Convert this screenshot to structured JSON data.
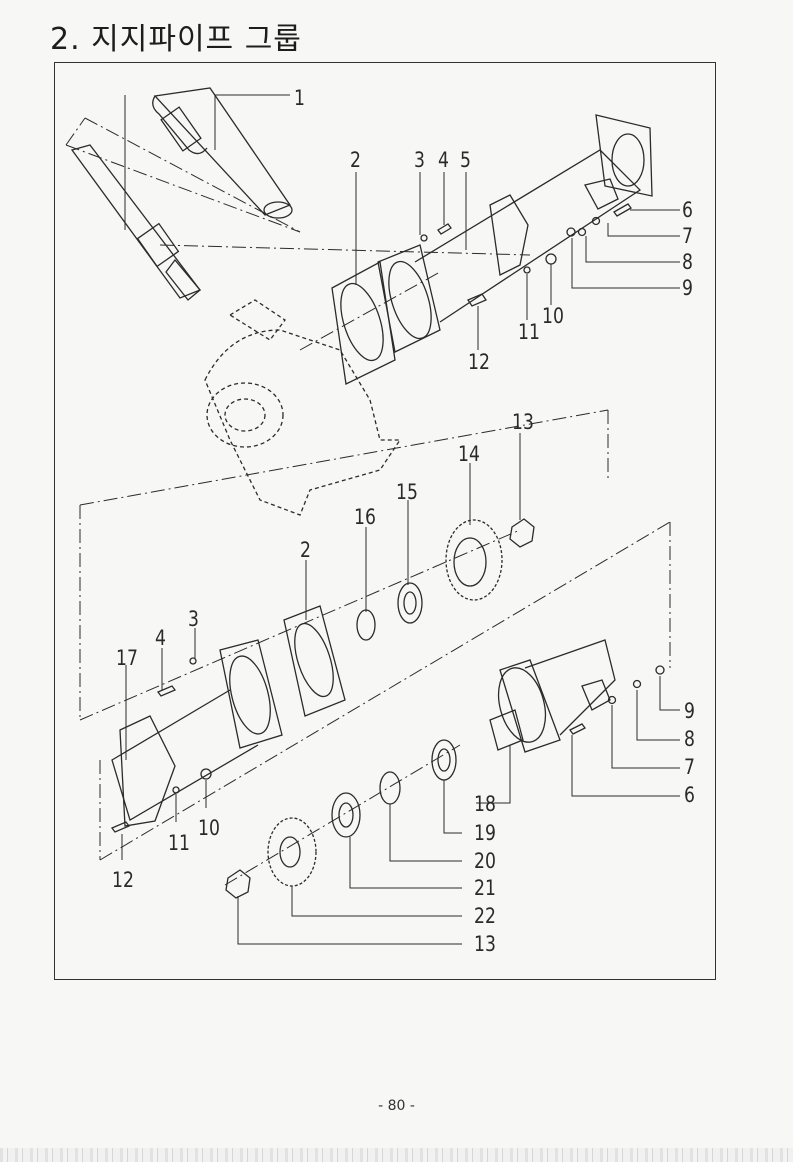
{
  "page": {
    "title": "2. 지지파이프 그룹",
    "page_number": "- 80 -"
  },
  "callouts": [
    {
      "label": "1"
    },
    {
      "label": "2"
    },
    {
      "label": "3"
    },
    {
      "label": "4"
    },
    {
      "label": "5"
    },
    {
      "label": "6"
    },
    {
      "label": "7"
    },
    {
      "label": "8"
    },
    {
      "label": "9"
    },
    {
      "label": "10"
    },
    {
      "label": "11"
    },
    {
      "label": "12"
    },
    {
      "label": "13"
    },
    {
      "label": "14"
    },
    {
      "label": "15"
    },
    {
      "label": "16"
    },
    {
      "label": "2"
    },
    {
      "label": "3"
    },
    {
      "label": "4"
    },
    {
      "label": "17"
    },
    {
      "label": "9"
    },
    {
      "label": "8"
    },
    {
      "label": "7"
    },
    {
      "label": "6"
    },
    {
      "label": "18"
    },
    {
      "label": "11"
    },
    {
      "label": "10"
    },
    {
      "label": "12"
    },
    {
      "label": "19"
    },
    {
      "label": "20"
    },
    {
      "label": "21"
    },
    {
      "label": "22"
    },
    {
      "label": "13"
    }
  ]
}
